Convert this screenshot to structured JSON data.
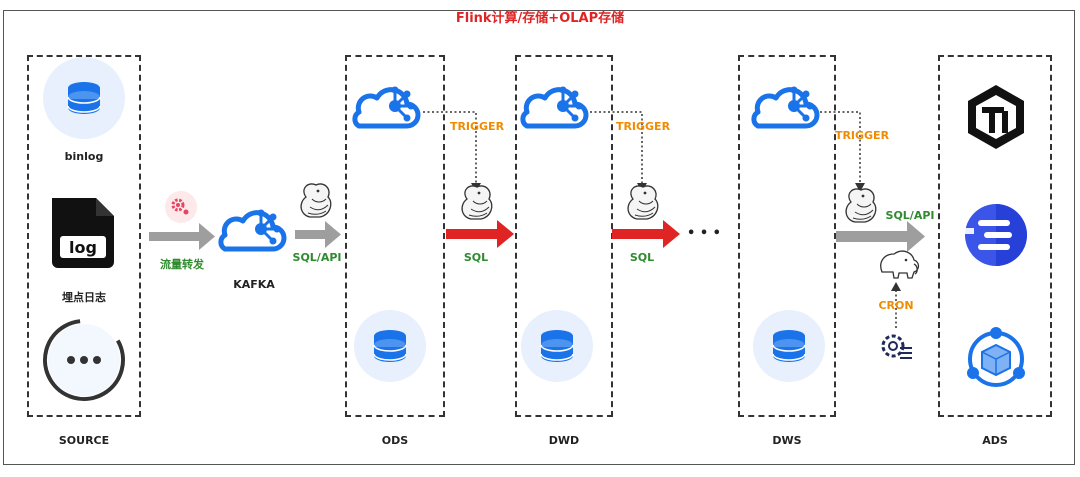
{
  "title": "Flink计算/存储+OLAP存储",
  "stages": {
    "source": "SOURCE",
    "ods": "ODS",
    "dwd": "DWD",
    "dws": "DWS",
    "ads": "ADS"
  },
  "source_items": {
    "binlog": "binlog",
    "log": "埋点日志",
    "log_icon_text": "log"
  },
  "labels": {
    "forward": "流量转发",
    "kafka": "KAFKA",
    "sql_api_1": "SQL/API",
    "trigger_1": "TRIGGER",
    "sql_1": "SQL",
    "trigger_2": "TRIGGER",
    "sql_2": "SQL",
    "trigger_3": "TRIGGER",
    "sql_api_2": "SQL/API",
    "cron": "CRON",
    "ellipsis": "• • •"
  },
  "colors": {
    "title": "#e02424",
    "accent_blue": "#1a73e8",
    "arrow_gray": "#9e9e9e",
    "arrow_red": "#e02424",
    "trigger": "#f08c00",
    "sql": "#2e8b2e"
  },
  "icons": [
    "database-icon",
    "log-file-icon",
    "more-icon",
    "gear-icon",
    "cloud-network-icon",
    "flink-squirrel-icon",
    "hadoop-elephant-icon",
    "schedule-gear-icon",
    "tidb-logo",
    "doris-logo",
    "olap-cube-logo"
  ]
}
